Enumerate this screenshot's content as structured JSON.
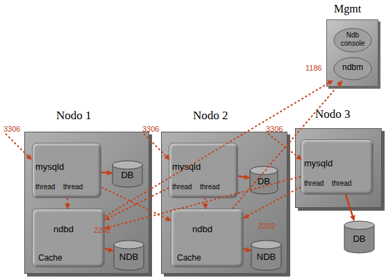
{
  "diagram": {
    "nodes": [
      {
        "text": [
          "Mgmt"
        ]
      },
      {
        "text": [
          "Ndb console"
        ],
        "in": 0
      },
      {
        "text": [
          "ndbm"
        ],
        "in": 0
      },
      {
        "text": [
          "Nodo 1"
        ]
      },
      {
        "text": [
          "mysqld",
          "thread",
          "thread"
        ],
        "in": 3
      },
      {
        "text": [
          "ndbd",
          "Cache"
        ],
        "in": 3
      },
      {
        "text": [
          "DB"
        ],
        "in": 3
      },
      {
        "text": [
          "NDB"
        ],
        "in": 3
      },
      {
        "text": [
          "Nodo 2"
        ]
      },
      {
        "text": [
          "mysqld",
          "thread",
          "thread"
        ],
        "in": 8
      },
      {
        "text": [
          "ndbd",
          "Cache"
        ],
        "in": 8
      },
      {
        "text": [
          "DB"
        ],
        "in": 8
      },
      {
        "text": [
          "NDB"
        ],
        "in": 8
      },
      {
        "text": [
          "Nodo 3"
        ]
      },
      {
        "text": [
          "mysqld",
          "thread",
          "thread"
        ],
        "in": 13
      },
      {
        "text": [
          "DB"
        ]
      }
    ],
    "edges": [
      {
        "from": 4,
        "to": 6,
        "arrow": "to"
      },
      {
        "from": 5,
        "to": 7,
        "arrow": "to"
      },
      {
        "from": 9,
        "to": 11,
        "arrow": "to"
      },
      {
        "from": 10,
        "to": 12,
        "arrow": "to"
      },
      {
        "from": 14,
        "to": 15,
        "arrow": "to"
      },
      {
        "from": 4,
        "to": 5,
        "arrow": "to"
      },
      {
        "from": 4,
        "to": 10,
        "arrow": "to"
      },
      {
        "from": 9,
        "to": 5,
        "arrow": "to"
      },
      {
        "from": 9,
        "to": 10,
        "arrow": "to"
      },
      {
        "from": 14,
        "to": 5,
        "arrow": "to"
      },
      {
        "from": 14,
        "to": 10,
        "arrow": "to"
      },
      {
        "from": 5,
        "to": 2,
        "arrow": "to"
      },
      {
        "from": 10,
        "to": 2,
        "arrow": "to"
      }
    ],
    "labels": [
      "3306",
      "3306",
      "3306",
      "2202",
      "2202",
      "1186"
    ]
  }
}
